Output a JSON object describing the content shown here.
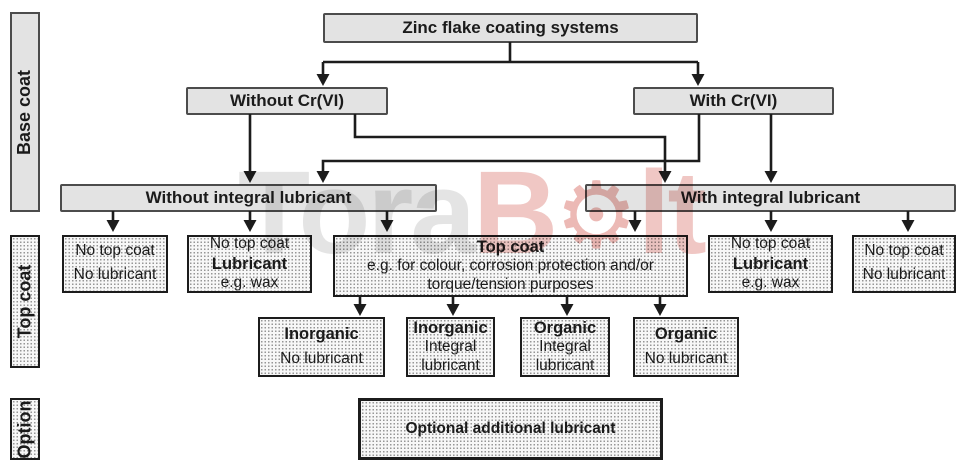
{
  "side_labels": {
    "base_coat": "Base coat",
    "top_coat": "Top coat",
    "option": "Option"
  },
  "nodes": {
    "root": {
      "label": "Zinc flake coating systems"
    },
    "without_cr": {
      "label": "Without Cr(VI)"
    },
    "with_cr": {
      "label": "With Cr(VI)"
    },
    "without_integral": {
      "label": "Without integral lubricant"
    },
    "with_integral": {
      "label": "With integral lubricant"
    },
    "b1": {
      "line1": "No top coat",
      "line2": "No lubricant"
    },
    "b2": {
      "line1": "No top coat",
      "line2": "Lubricant",
      "line3": "e.g. wax"
    },
    "b3": {
      "title": "Top coat",
      "line1": "e.g. for colour, corrosion protection and/or",
      "line2": "torque/tension purposes"
    },
    "b4": {
      "line1": "No top coat",
      "line2": "Lubricant",
      "line3": "e.g. wax"
    },
    "b5": {
      "line1": "No top coat",
      "line2": "No lubricant"
    },
    "c1": {
      "title": "Inorganic",
      "line1": "No lubricant"
    },
    "c2": {
      "title": "Inorganic",
      "line1": "Integral",
      "line2": "lubricant"
    },
    "c3": {
      "title": "Organic",
      "line1": "Integral",
      "line2": "lubricant"
    },
    "c4": {
      "title": "Organic",
      "line1": "No lubricant"
    },
    "optional": {
      "label": "Optional additional lubricant"
    }
  },
  "watermark": {
    "gray_part": "Tora",
    "red_part_b": "B",
    "red_part_lt": "lt",
    "gear_icon": "⚙"
  },
  "colors": {
    "solid_box_fill": "#e3e3e3",
    "solid_box_border": "#4c4c4c",
    "dotted_box_border": "#1c1c1c",
    "dot_pattern": "#969696",
    "connector": "#1c1c1c",
    "watermark_red": "#ce463c",
    "watermark_gray": "#969696"
  }
}
